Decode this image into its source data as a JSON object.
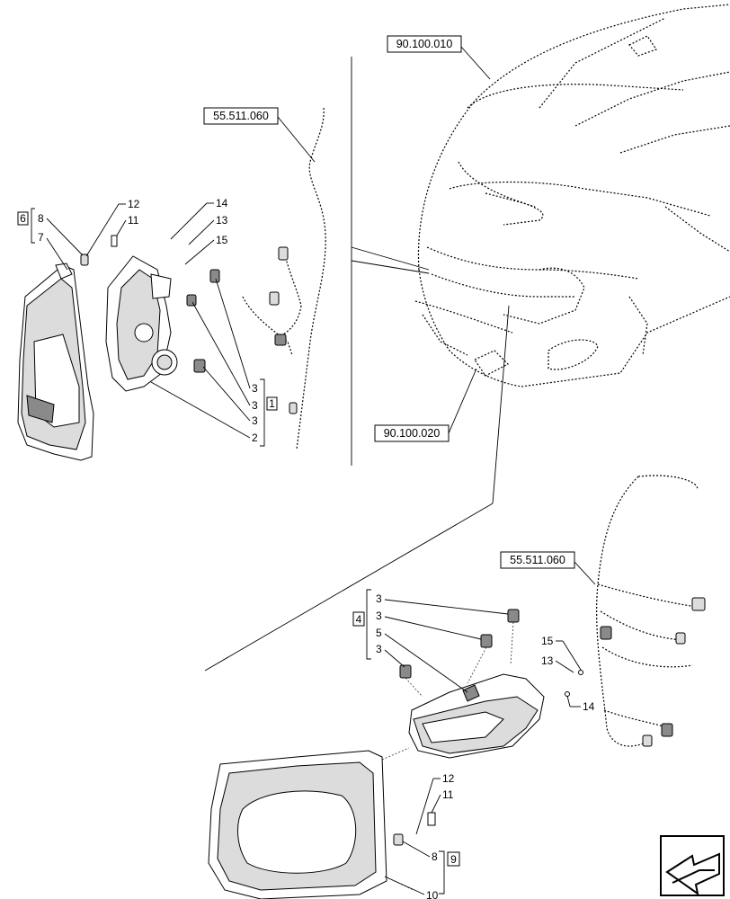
{
  "references": {
    "hood_top": "90.100.010",
    "hood_front": "90.100.020",
    "harness_left": "55.511.060",
    "harness_right": "55.511.060"
  },
  "left_assembly": {
    "group_6": "6",
    "group_1": "1",
    "callouts": [
      "8",
      "7",
      "12",
      "11",
      "14",
      "13",
      "15",
      "3",
      "3",
      "3",
      "2"
    ]
  },
  "right_assembly": {
    "group_4": "4",
    "group_9": "9",
    "stack": [
      "3",
      "3",
      "5",
      "3"
    ],
    "callouts": [
      "15",
      "13",
      "14",
      "12",
      "11",
      "8",
      "10"
    ]
  },
  "nav_icon": "return-arrow-icon"
}
